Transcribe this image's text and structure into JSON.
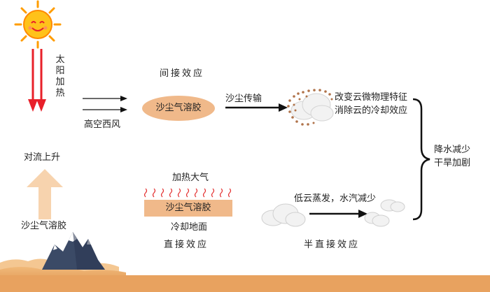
{
  "sun_heating": {
    "chars": [
      "太",
      "阳",
      "加",
      "热"
    ]
  },
  "labels": {
    "indirect_effect": "间接效应",
    "high_westerly": "高空西风",
    "aerosol_ellipse": "沙尘气溶胶",
    "dust_transport": "沙尘传输",
    "cloud_change_line1": "改变云微物理特征",
    "cloud_change_line2": "消除云的冷却效应",
    "precip_line1": "降水减少",
    "precip_line2": "干旱加剧",
    "convection_rise": "对流上升",
    "dust_aerosol_ground": "沙尘气溶胶",
    "heat_atmosphere": "加热大气",
    "aerosol_band": "沙尘气溶胶",
    "cool_ground": "冷却地面",
    "direct_effect": "直接效应",
    "low_cloud_evap": "低云蒸发，水汽减少",
    "semi_direct_effect": "半直接效应"
  },
  "colors": {
    "aerosol": "#f0b98a",
    "sun": "#ffb400",
    "arrow_red": "#e8202a",
    "arrow_up": "#f7d3ae",
    "desert": "#e8a25f",
    "mountain": "#3b4a66",
    "heat_wave": "#e32f2f"
  }
}
